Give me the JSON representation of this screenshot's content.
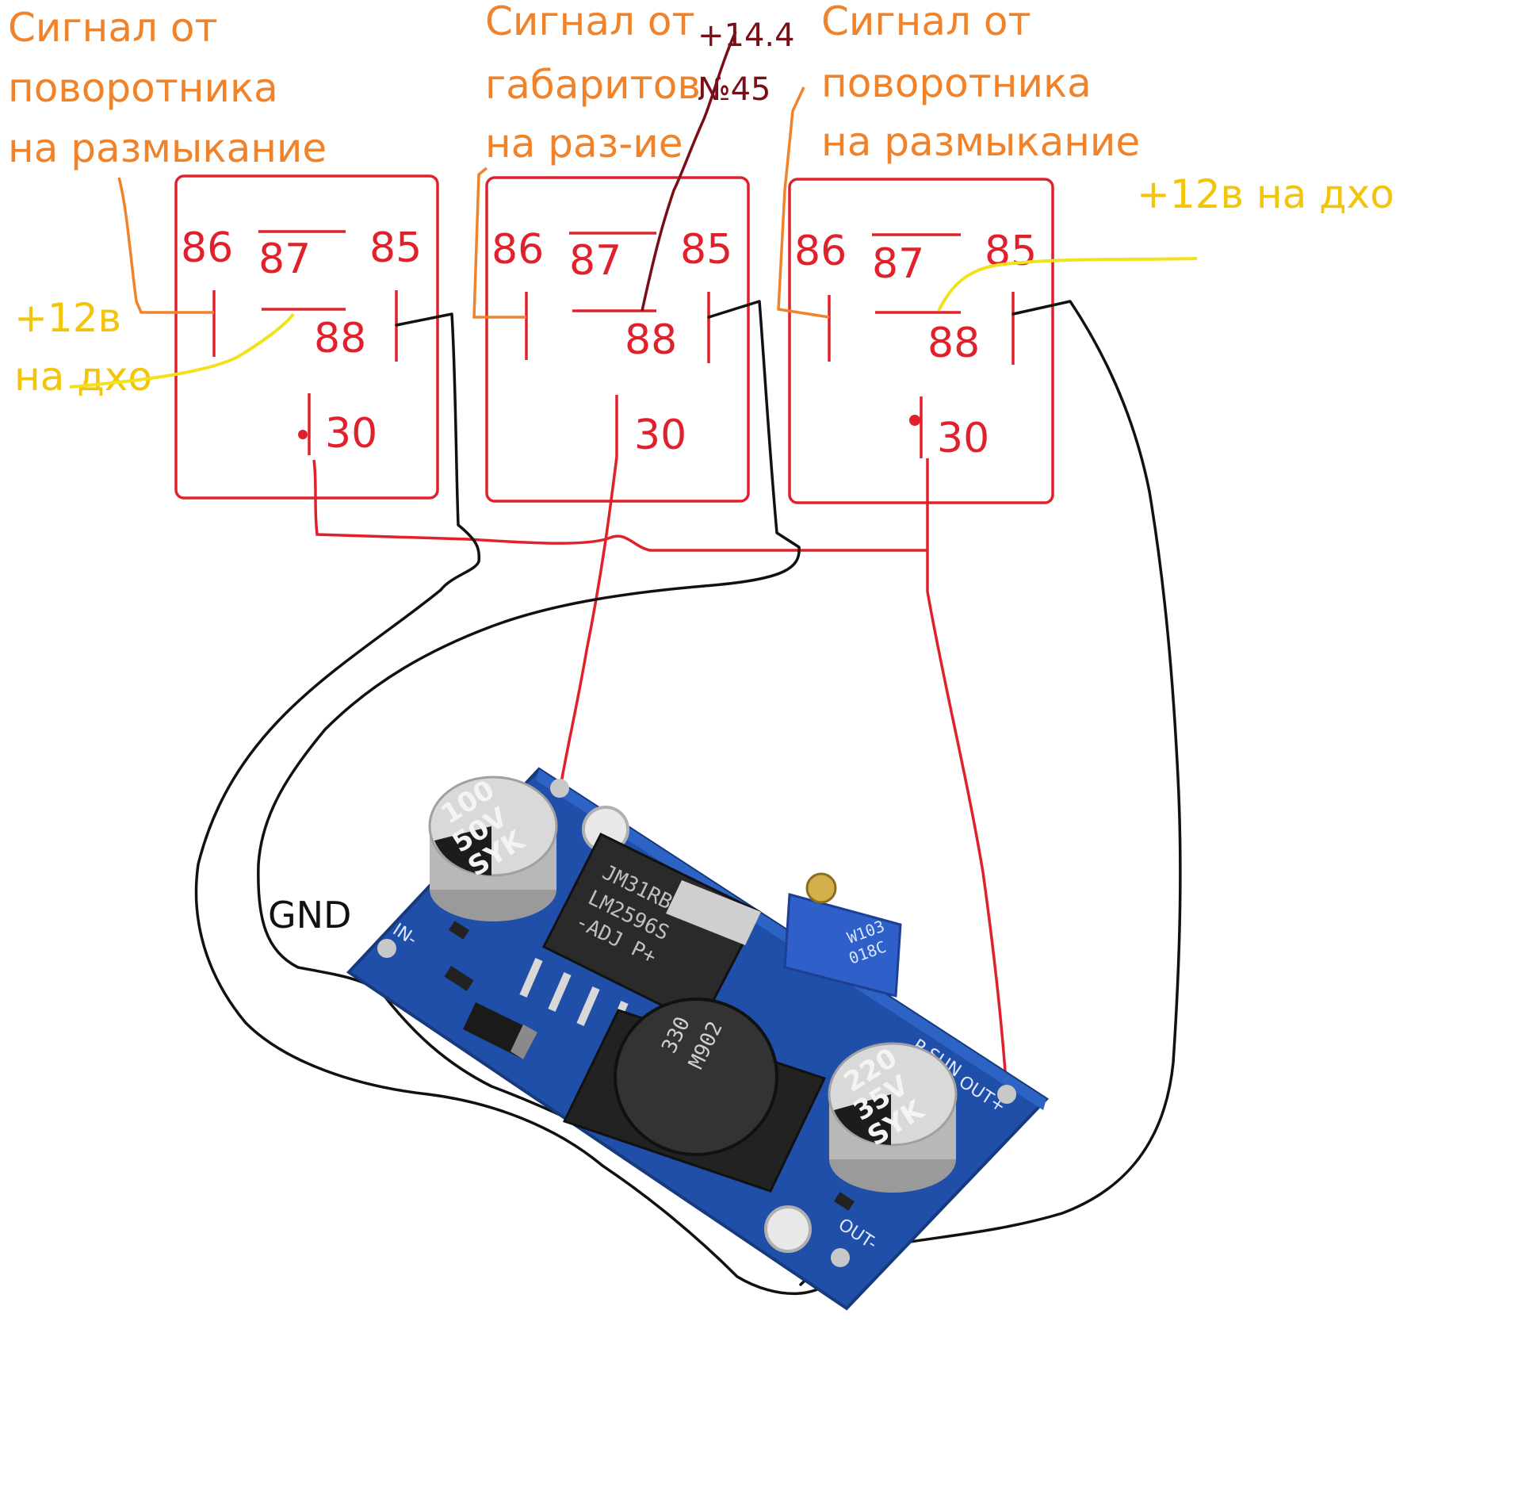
{
  "labels": {
    "left_signal": [
      "Сигнал от",
      "поворотника",
      "на размыкание"
    ],
    "middle_signal": [
      "Сигнал от",
      "габаритов",
      "на раз-ие"
    ],
    "right_signal": [
      "Сигнал от",
      "поворотника",
      "на размыкание"
    ],
    "supply_line1": "+14.4",
    "supply_line2": "№45",
    "drl_right": "+12в на дхо",
    "drl_left_line1": "+12в",
    "drl_left_line2": "на дхо",
    "gnd": "GND"
  },
  "relays": [
    {
      "pin86": "86",
      "pin87": "87",
      "pin85": "85",
      "pin88": "88",
      "pin30": "30"
    },
    {
      "pin86": "86",
      "pin87": "87",
      "pin85": "85",
      "pin88": "88",
      "pin30": "30"
    },
    {
      "pin86": "86",
      "pin87": "87",
      "pin85": "85",
      "pin88": "88",
      "pin30": "30"
    }
  ],
  "module": {
    "in_minus": "IN-",
    "out_plus": "OUT+",
    "out_minus": "OUT-",
    "psun": "P-SUN",
    "cap_in": [
      "100",
      "50V",
      "SYK"
    ],
    "cap_out": [
      "220",
      "35V",
      "SYK"
    ],
    "ic": [
      "JM31RB",
      "LM2596S",
      "-ADJ  P+"
    ],
    "inductor": [
      "330",
      "M902"
    ],
    "pot": [
      "W103",
      "018C"
    ]
  },
  "colors": {
    "relay_outline": "#e0202a",
    "signal_label": "#f0832a",
    "drl_label": "#f2c50a",
    "ground_wire": "#111111",
    "board": "#1f4fa8"
  }
}
